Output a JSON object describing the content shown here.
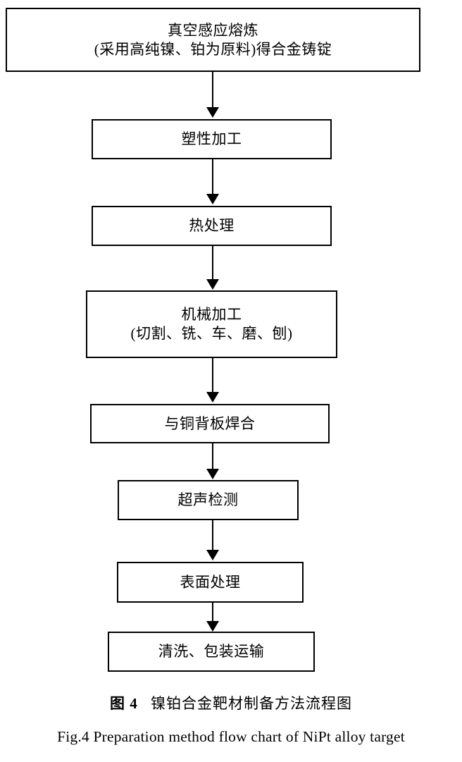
{
  "figure": {
    "type": "flowchart",
    "orientation": "top-to-bottom",
    "background_color": "#ffffff",
    "line_color": "#000000",
    "nodes": [
      {
        "id": "node-1",
        "name": "vacuum-induction-melting",
        "lines": [
          "真空感应熔炼",
          "(采用高纯镍、铂为原料)得合金铸锭"
        ]
      },
      {
        "id": "node-2",
        "name": "plastic-working",
        "lines": [
          "塑性加工"
        ]
      },
      {
        "id": "node-3",
        "name": "heat-treatment",
        "lines": [
          "热处理"
        ]
      },
      {
        "id": "node-4",
        "name": "machining",
        "lines": [
          "机械加工",
          "(切割、铣、车、磨、刨)"
        ]
      },
      {
        "id": "node-5",
        "name": "bonding-to-copper-backing-plate",
        "lines": [
          "与铜背板焊合"
        ]
      },
      {
        "id": "node-6",
        "name": "ultrasonic-inspection",
        "lines": [
          "超声检测"
        ]
      },
      {
        "id": "node-7",
        "name": "surface-treatment",
        "lines": [
          "表面处理"
        ]
      },
      {
        "id": "node-8",
        "name": "cleaning-packaging-shipping",
        "lines": [
          "清洗、包装运输"
        ]
      }
    ],
    "edges": [
      {
        "from": "node-1",
        "to": "node-2"
      },
      {
        "from": "node-2",
        "to": "node-3"
      },
      {
        "from": "node-3",
        "to": "node-4"
      },
      {
        "from": "node-4",
        "to": "node-5"
      },
      {
        "from": "node-5",
        "to": "node-6"
      },
      {
        "from": "node-6",
        "to": "node-7"
      },
      {
        "from": "node-7",
        "to": "node-8"
      }
    ]
  },
  "caption": {
    "chinese_figure_number": "图 4",
    "chinese_title": "镍铂合金靶材制备方法流程图",
    "english": "Fig.4 Preparation method flow chart of NiPt alloy target"
  }
}
